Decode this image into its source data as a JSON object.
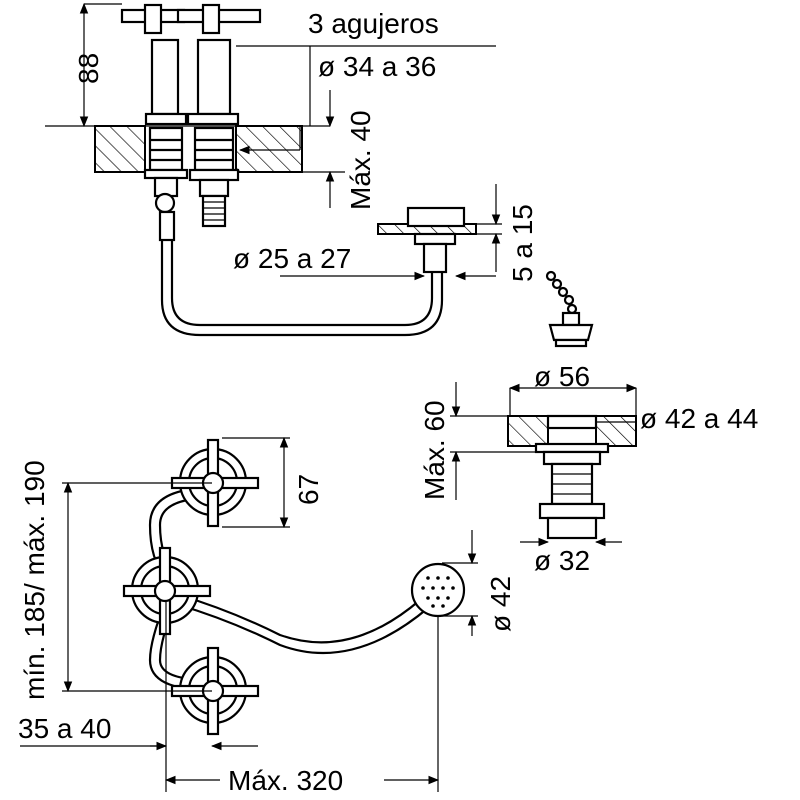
{
  "labels": {
    "holes": "3 agujeros",
    "hole_diameter": "ø 34 a 36",
    "height_88": "88",
    "max_40": "Máx. 40",
    "pipe_diameter": "ø 25 a 27",
    "flange_5_15": "5 a 15",
    "drain_56": "ø 56",
    "drain_42_44": "ø 42 a 44",
    "drain_max_60": "Máx. 60",
    "drain_32": "ø 32",
    "spacing_67": "67",
    "handshower_42": "ø 42",
    "min_max_spacing": "mín. 185/ máx. 190",
    "edge_35_40": "35 a 40",
    "max_320": "Máx. 320"
  },
  "colors": {
    "line": "#000000",
    "background": "#ffffff"
  }
}
